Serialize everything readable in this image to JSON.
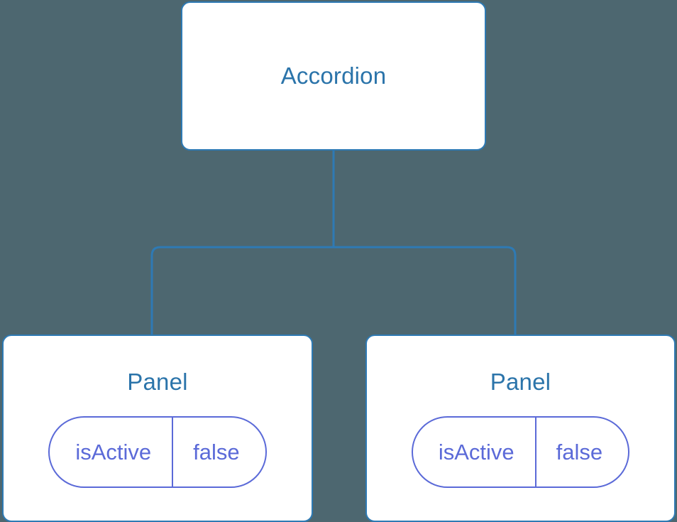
{
  "canvas": {
    "background_color": "#4d6770",
    "node_border_color": "#2e7ab4",
    "node_fill_color": "#ffffff",
    "node_title_color": "#2b74aa",
    "connector_color": "#2e7ab4",
    "prop_color": "#5b6ad8"
  },
  "tree": {
    "root": {
      "title": "Accordion"
    },
    "children": [
      {
        "title": "Panel",
        "props": [
          {
            "key": "isActive",
            "value": "false"
          }
        ]
      },
      {
        "title": "Panel",
        "props": [
          {
            "key": "isActive",
            "value": "false"
          }
        ]
      }
    ]
  }
}
